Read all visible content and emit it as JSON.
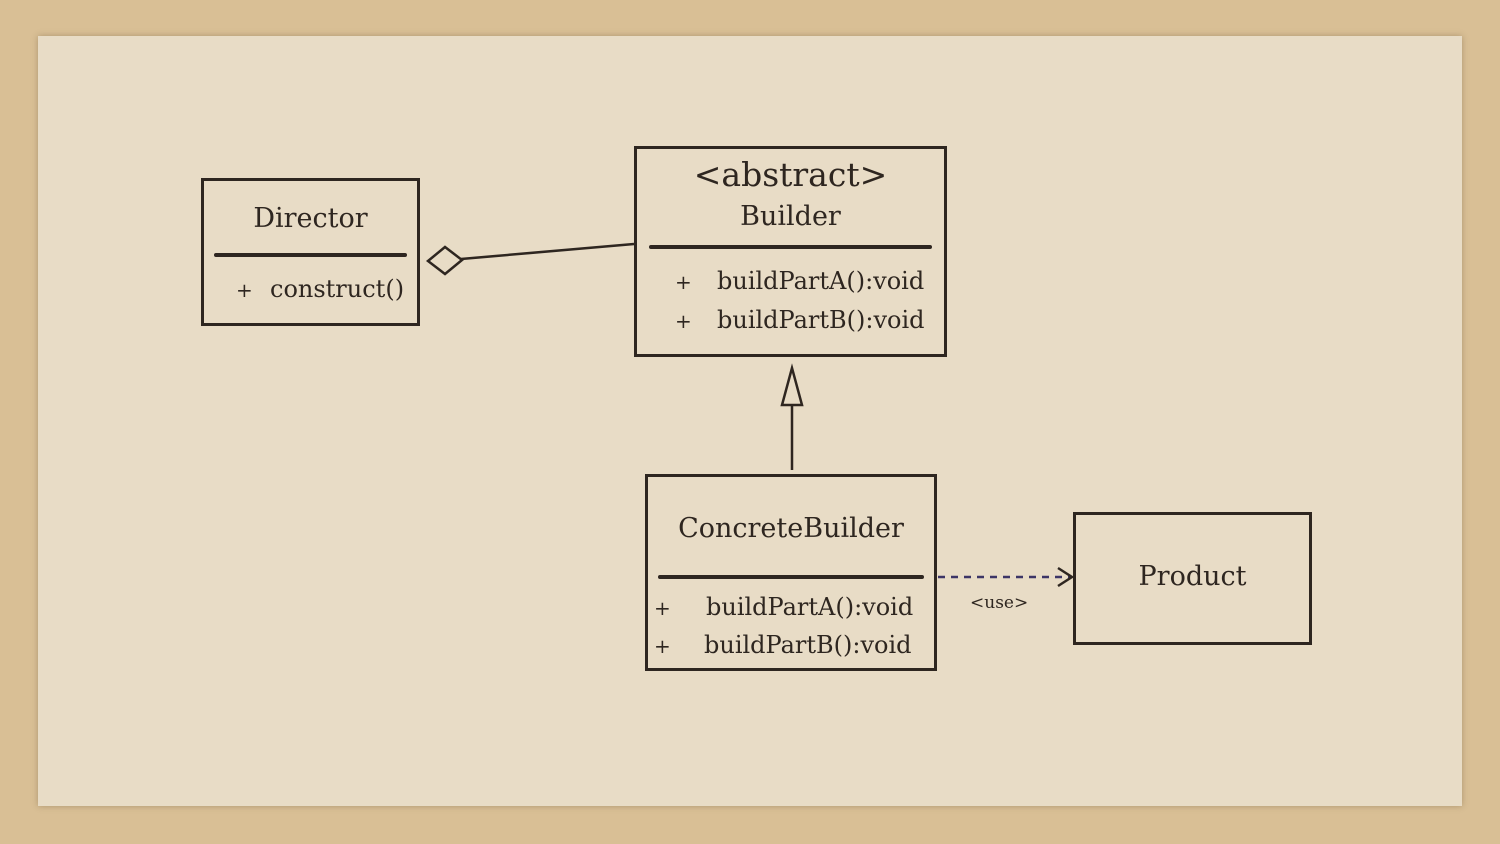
{
  "classes": {
    "director": {
      "name": "Director",
      "members": [
        {
          "visibility": "+",
          "signature": "construct()"
        }
      ]
    },
    "builder": {
      "stereotype": "<abstract>",
      "name": "Builder",
      "members": [
        {
          "visibility": "+",
          "signature": "buildPartA():void"
        },
        {
          "visibility": "+",
          "signature": "buildPartB():void"
        }
      ]
    },
    "concrete_builder": {
      "name": "ConcreteBuilder",
      "members": [
        {
          "visibility": "+",
          "signature": "buildPartA():void"
        },
        {
          "visibility": "+",
          "signature": "buildPartB():void"
        }
      ]
    },
    "product": {
      "name": "Product"
    }
  },
  "relations": {
    "use_label": "<use>"
  },
  "colors": {
    "ink": "#2e2620",
    "paper": "#e8dcc6",
    "dependency": "#3c3566"
  }
}
